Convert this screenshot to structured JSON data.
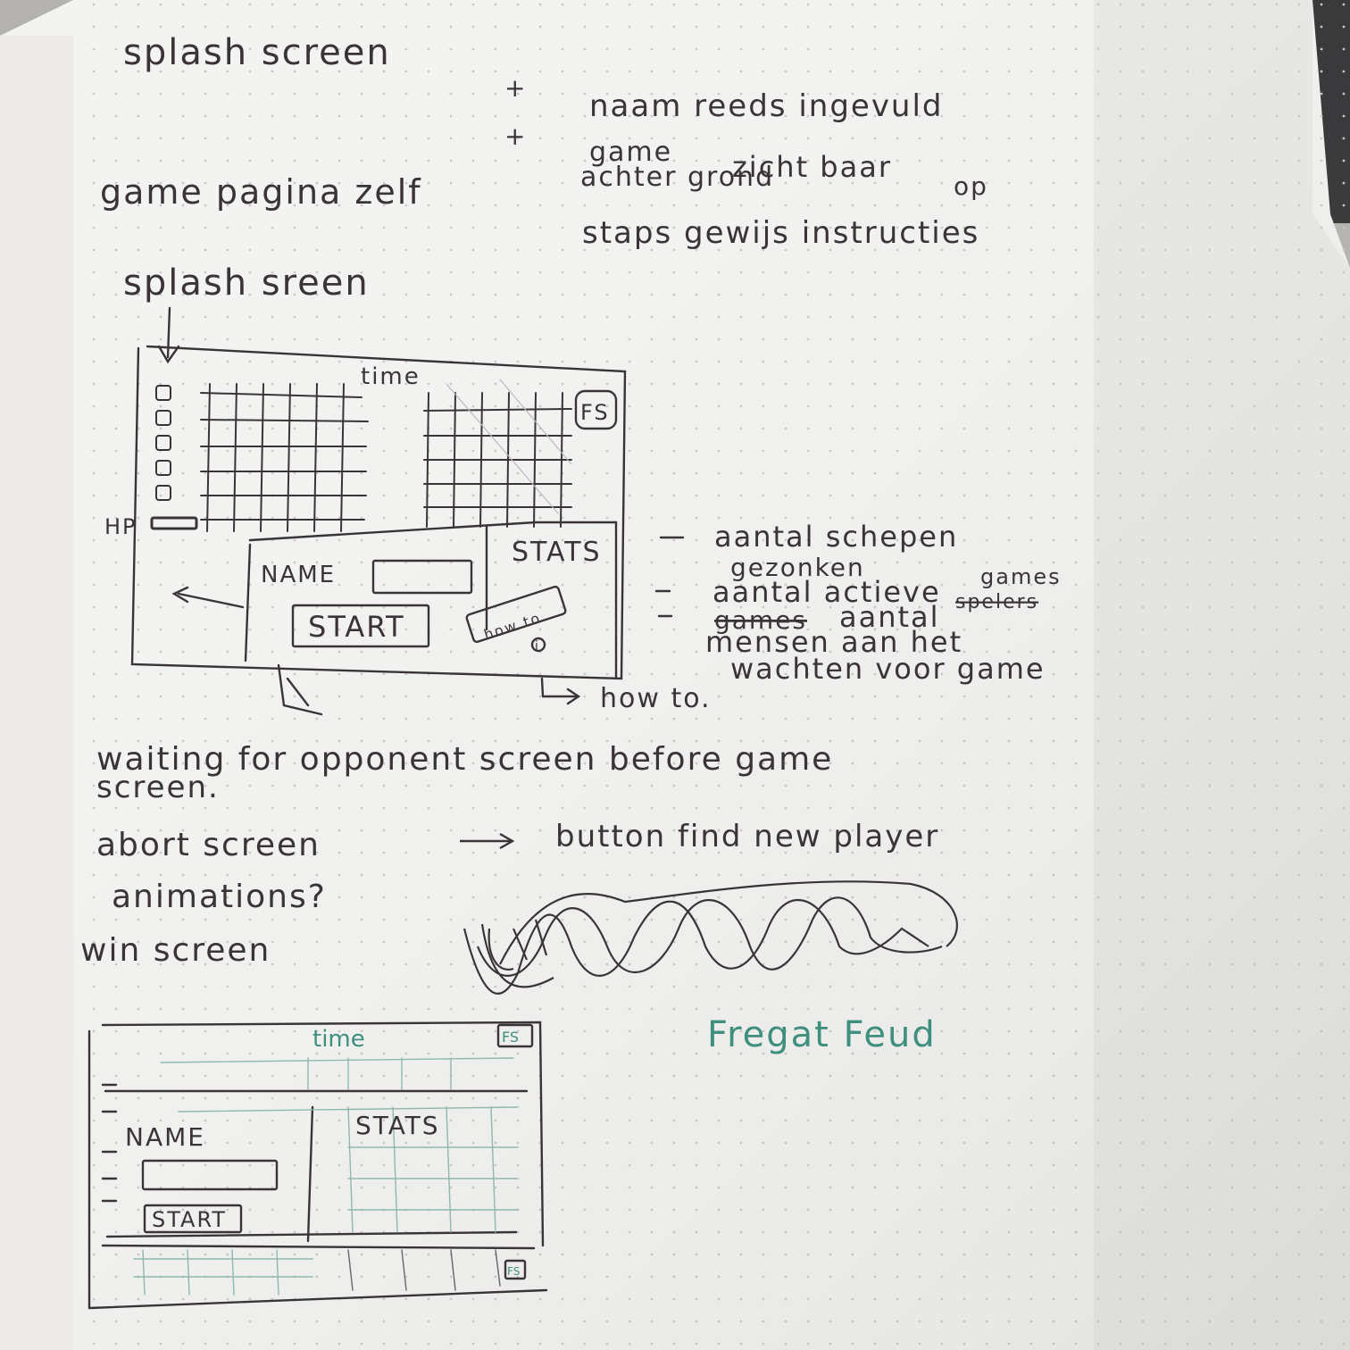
{
  "notes": {
    "line1": "splash screen",
    "line2_plus": "+",
    "line2": "naam reeds ingevuld",
    "line3_plus": "+",
    "line3a": "game",
    "line3b": "achter grond",
    "line3c": "zicht baar",
    "line3d": "op",
    "line4": "game pagina zelf",
    "line5": "staps gewijs instructies",
    "heading_sketch1": "splash sreen",
    "sketch1": {
      "time": "time",
      "fs": "FS",
      "hp": "HP",
      "name": "NAME",
      "start": "START",
      "stats": "STATS",
      "howto_box": "how to",
      "info": "i",
      "howto": "how to."
    },
    "stats_notes": [
      "aantal schepen",
      "gezonken",
      "aantal actieve",
      "games",
      "spelers",
      "games",
      "aantal",
      "mensen aan het",
      "wachten voor game"
    ],
    "waiting": "waiting for opponent screen before game",
    "waiting2": "screen.",
    "abort": "abort screen",
    "abort_arrow": "button find new player",
    "animations": "animations?",
    "win": "win screen",
    "brand": "Fregat Feud",
    "sketch2": {
      "time": "time",
      "fs": "FS",
      "name": "NAME",
      "stats": "STATS",
      "start": "START",
      "fs2": "FS"
    }
  }
}
